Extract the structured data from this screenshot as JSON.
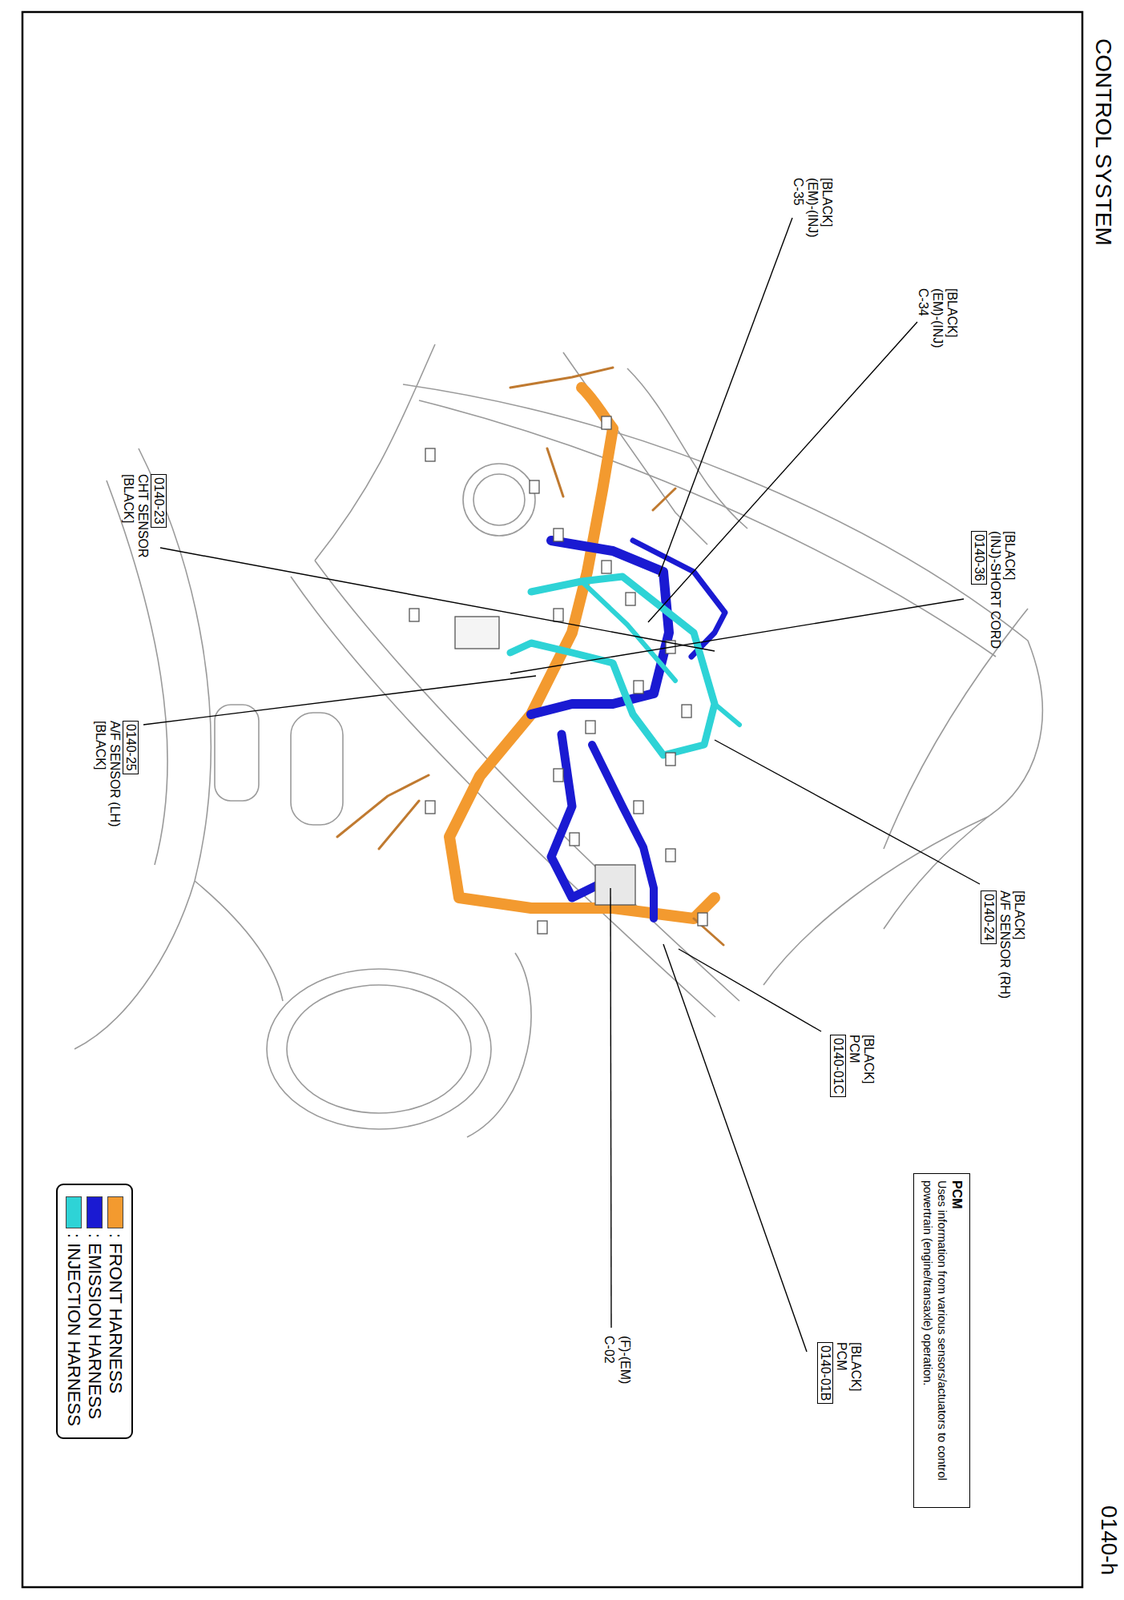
{
  "diagram": {
    "title": "CONTROL SYSTEM",
    "nodes": [
      {
        "text": [
          "[BLACK]",
          "(INJ)-SHORT CORD",
          "0140-36"
        ]
      },
      {
        "text": [
          "0140-23",
          "CHT SENSOR",
          "[BLACK]"
        ]
      },
      {
        "text": [
          "0140-25",
          "A/F SENSOR (LH)",
          "[BLACK]"
        ]
      },
      {
        "text": [
          "[BLACK]",
          "A/F SENSOR (RH)",
          "0140-24"
        ]
      },
      {
        "text": [
          "[BLACK]",
          "PCM",
          "0140-01C"
        ]
      },
      {
        "text": [
          "PCM",
          "Uses information from various sensors/actuators to control powertrain (engine/transaxle) operation."
        ]
      },
      {
        "text": [
          "[BLACK]",
          "PCM",
          "0140-01B"
        ]
      }
    ],
    "labels": [
      "0140-h",
      "[BLACK]",
      "(EM)-(INJ)",
      "C-35",
      "[BLACK]",
      "(EM)-(INJ)",
      "C-34",
      "(F)-(EM)",
      "C-02"
    ],
    "legend": [
      {
        "text": ": FRONT HARNESS",
        "color": "#f39a2f"
      },
      {
        "text": ": EMISSION HARNESS",
        "color": "#1a1ad2"
      },
      {
        "text": ": INJECTION HARNESS",
        "color": "#2ed3d6"
      }
    ]
  }
}
